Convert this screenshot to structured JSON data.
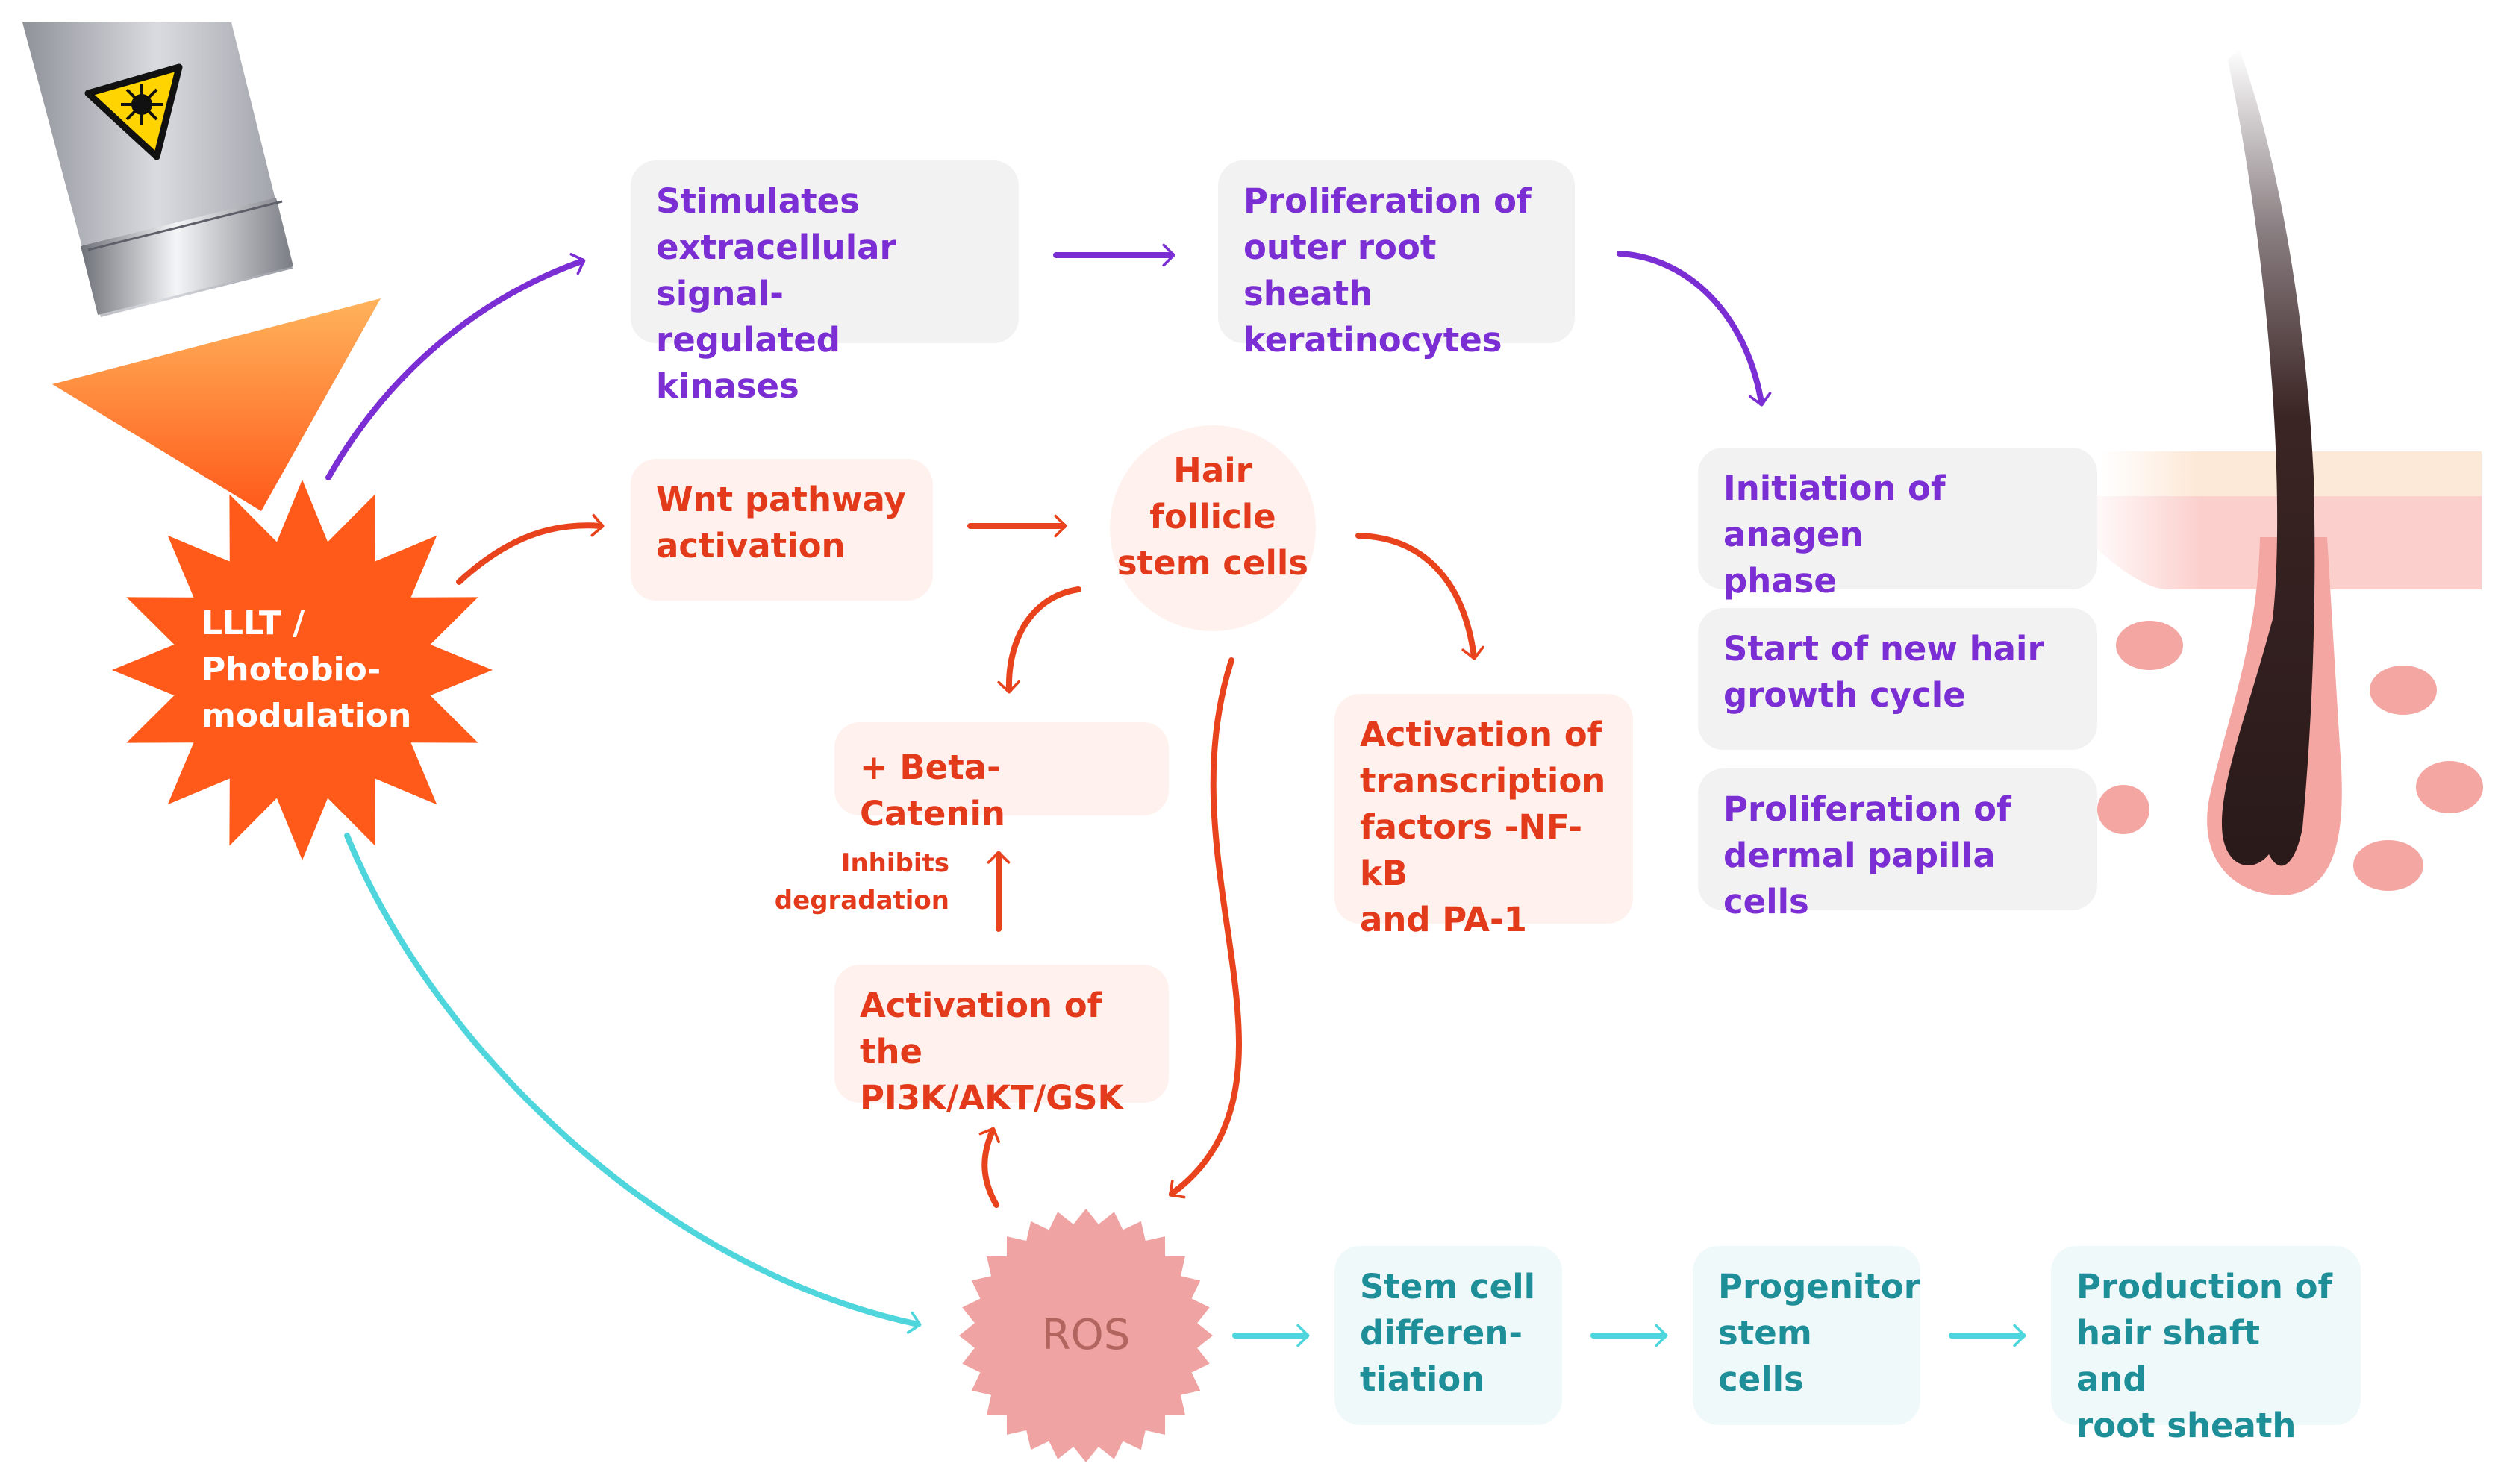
{
  "colors": {
    "purple": "#7b2ed3",
    "red": "#e8431d",
    "teal": "#4fd6dc",
    "purple_box": "#f2f2f3",
    "red_box": "#fff2ee",
    "teal_box": "#f0f9f9",
    "burst": "#ff5a1a",
    "ros": "#f0a3a3",
    "skin": "#f7b4b0",
    "hair": "#3b2424"
  },
  "icons": {
    "laser_device": "laser-device-icon",
    "laser_warning": "laser-warning-icon",
    "light_beam": "light-beam-arrow-icon",
    "hair_follicle": "hair-follicle-icon"
  },
  "source": {
    "label": "LLLT /\nPhotobio-\nmodulation"
  },
  "ros": {
    "label": "ROS"
  },
  "stem_cells": {
    "label": "Hair\nfollicle\nstem cells"
  },
  "boxes": {
    "erk": "Stimulates\nextracellular signal-\nregulated kinases",
    "ors": "Proliferation of\nouter root sheath\nkeratinocytes",
    "anagen": "Initiation of anagen\nphase",
    "new_cycle": "Start of new hair\ngrowth cycle",
    "dermal": "Proliferation of\ndermal papilla cells",
    "wnt": "Wnt pathway\nactivation",
    "beta": "+ Beta-Catenin",
    "pi3k": "Activation of the\nPI3K/AKT/GSK",
    "nfkb": "Activation of\ntranscription\nfactors -NF-kB\nand PA-1",
    "diff": "Stem cell\ndifferen-\ntiation",
    "progenitor": "Progenitor\nstem\ncells",
    "production": "Production of\nhair shaft and\nroot sheath"
  },
  "inhibits_label": "Inhibits\ndegradation"
}
